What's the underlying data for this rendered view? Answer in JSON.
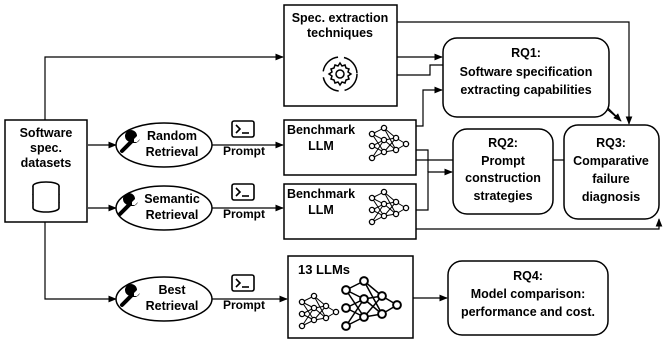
{
  "datasets": {
    "line1": "Software",
    "line2": "spec.",
    "line3": "datasets"
  },
  "spec_extraction": {
    "line1": "Spec. extraction",
    "line2": "techniques"
  },
  "retrievals": [
    {
      "line1": "Random",
      "line2": "Retrieval"
    },
    {
      "line1": "Semantic",
      "line2": "Retrieval"
    },
    {
      "line1": "Best",
      "line2": "Retrieval"
    }
  ],
  "prompt_label": "Prompt",
  "benchmark": {
    "line1": "Benchmark",
    "line2": "LLM"
  },
  "llms13": "13 LLMs",
  "rq1": {
    "title": "RQ1:",
    "line1": "Software specification",
    "line2": "extracting capabilities"
  },
  "rq2": {
    "title": "RQ2:",
    "line1": "Prompt",
    "line2": "construction",
    "line3": "strategies"
  },
  "rq3": {
    "title": "RQ3:",
    "line1": "Comparative",
    "line2": "failure",
    "line3": "diagnosis"
  },
  "rq4": {
    "title": "RQ4:",
    "line1": "Model comparison:",
    "line2": "performance and cost."
  }
}
